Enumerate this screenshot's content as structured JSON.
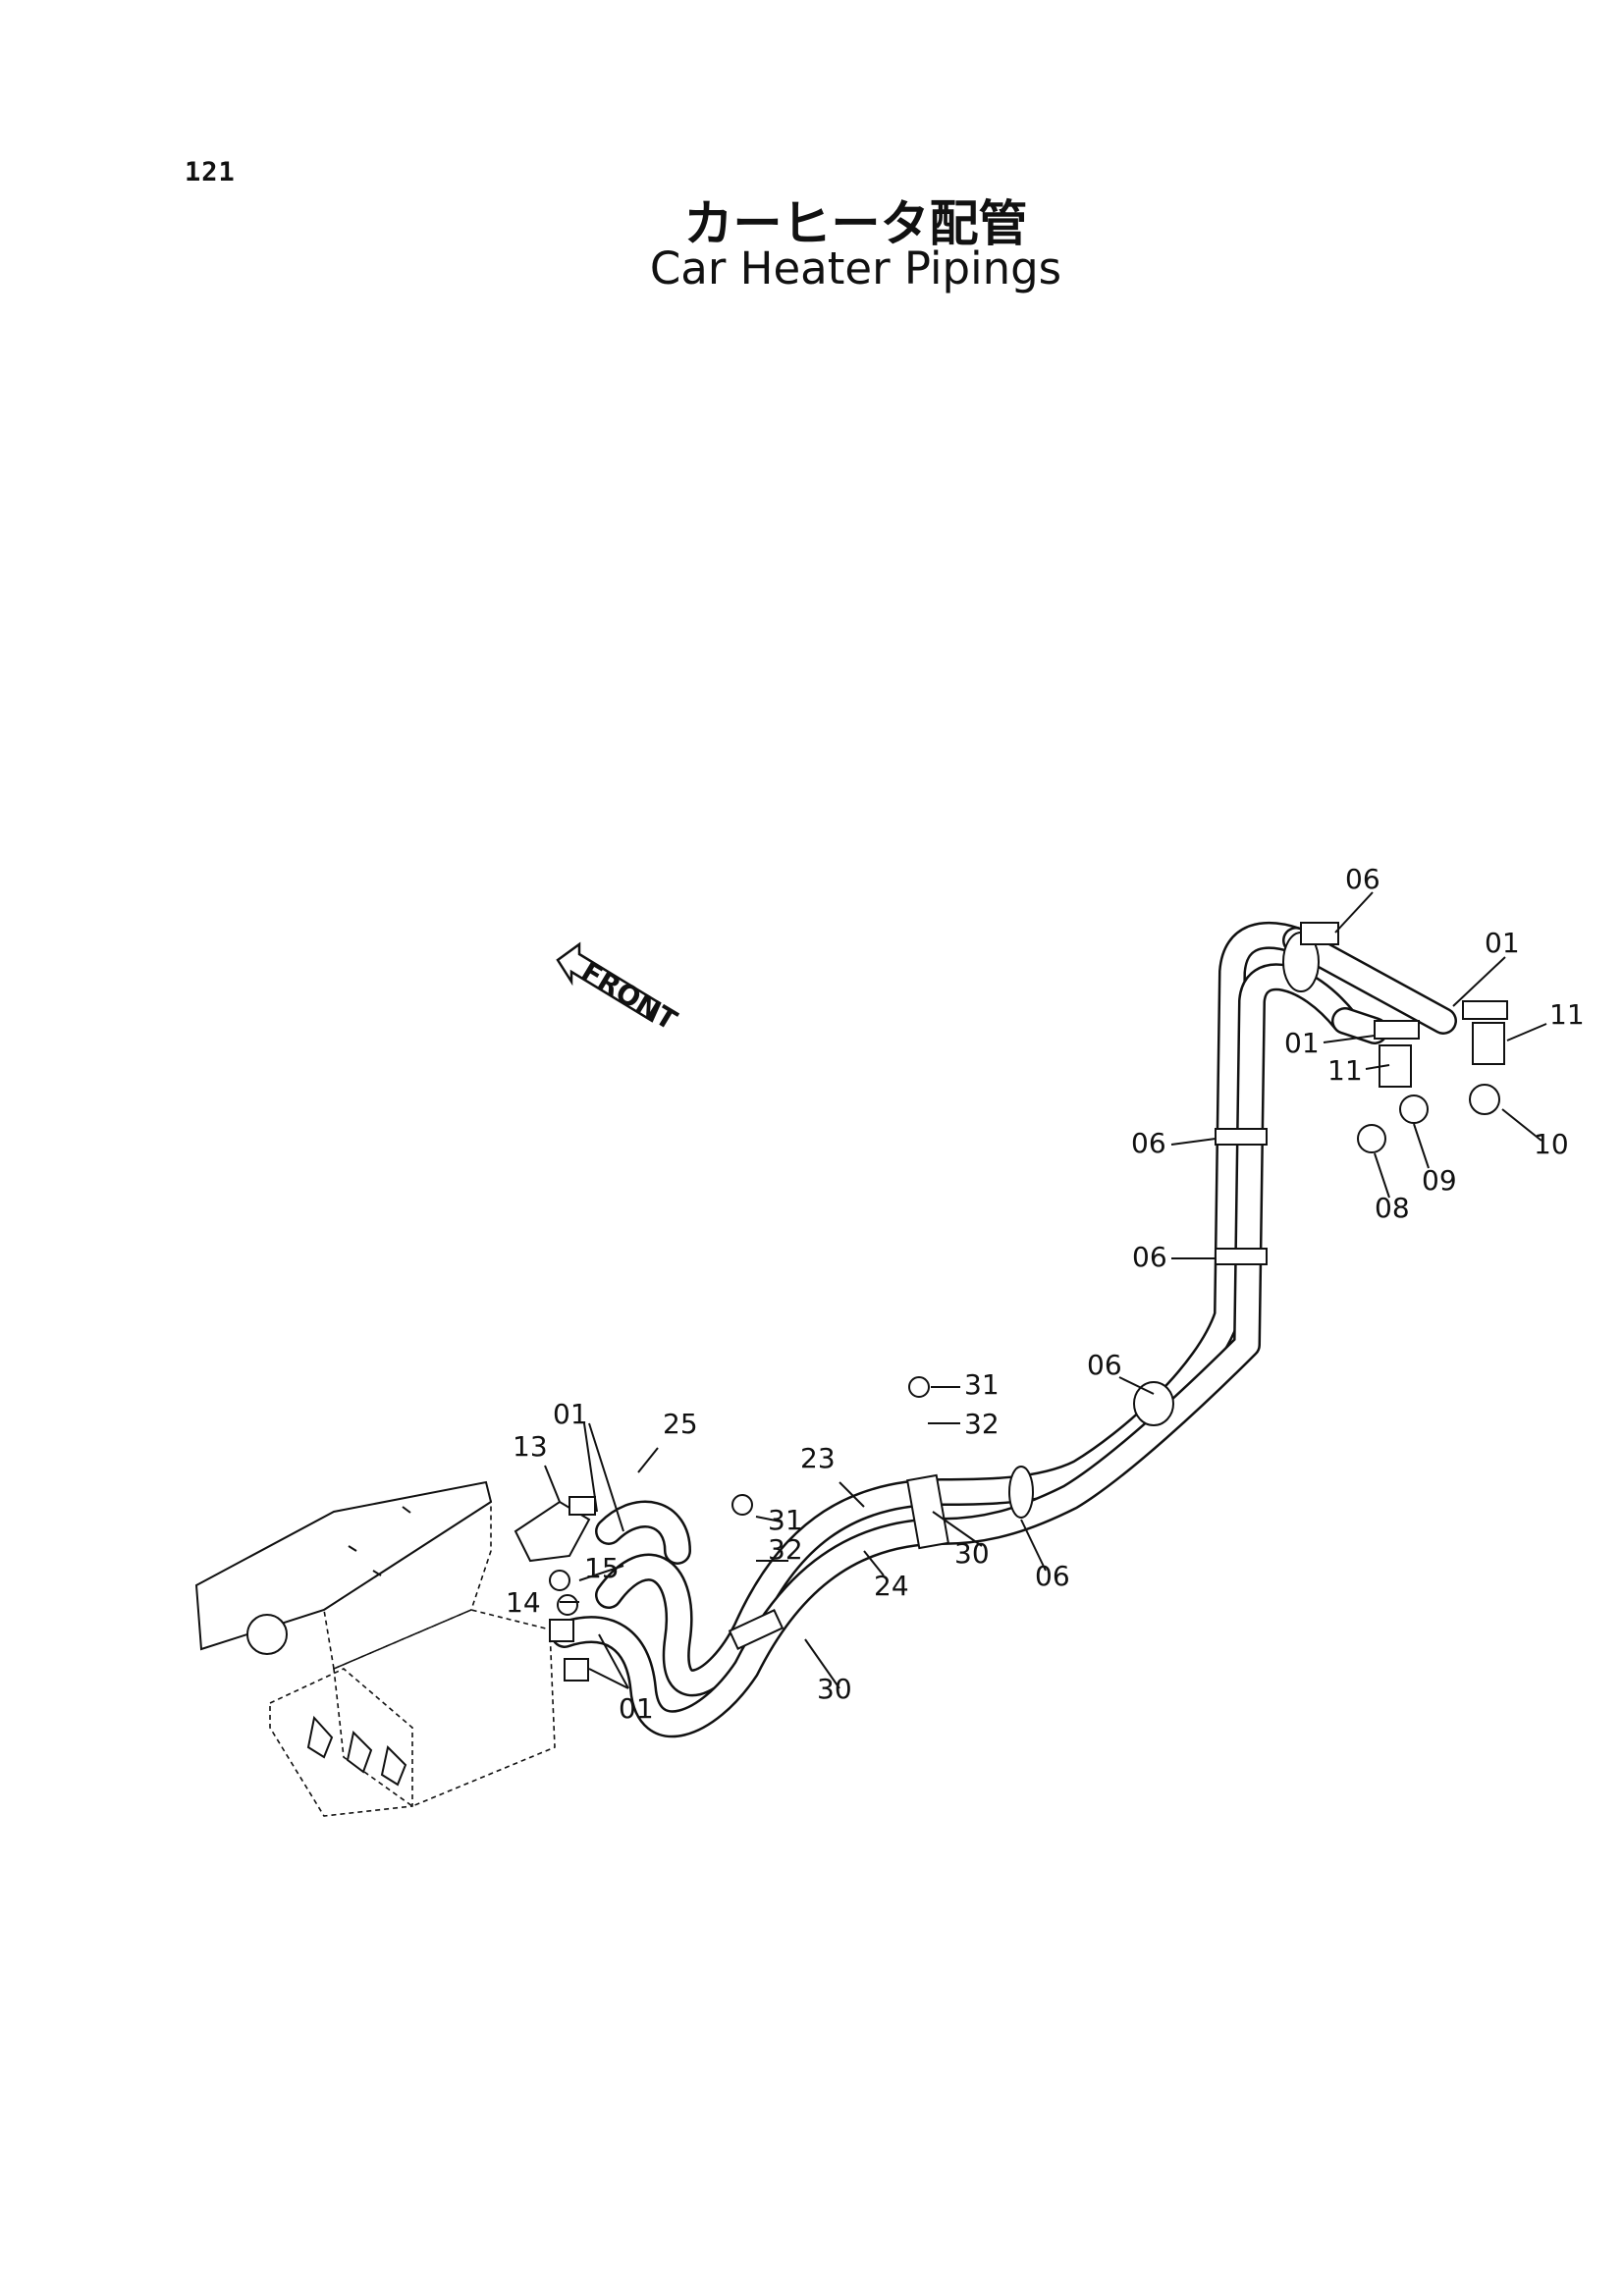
{
  "page_number": "121",
  "title_jp": "カーヒータ配管",
  "title_en": "Car Heater Pipings",
  "front_arrow_label": "FRONT",
  "callouts": {
    "c06_top": "06",
    "c01_tr": "01",
    "c11_r": "11",
    "c01_ml": "01",
    "c11_ml": "11",
    "c10": "10",
    "c09": "09",
    "c08": "08",
    "c06_a": "06",
    "c06_b": "06",
    "c06_c": "06",
    "c06_d": "06",
    "c31_a": "31",
    "c32_a": "32",
    "c31_b": "31",
    "c32_b": "32",
    "c23": "23",
    "c24": "24",
    "c25": "25",
    "c30_a": "30",
    "c30_b": "30",
    "c13": "13",
    "c01_l": "01",
    "c15": "15",
    "c14": "14",
    "c01_bot": "01"
  }
}
